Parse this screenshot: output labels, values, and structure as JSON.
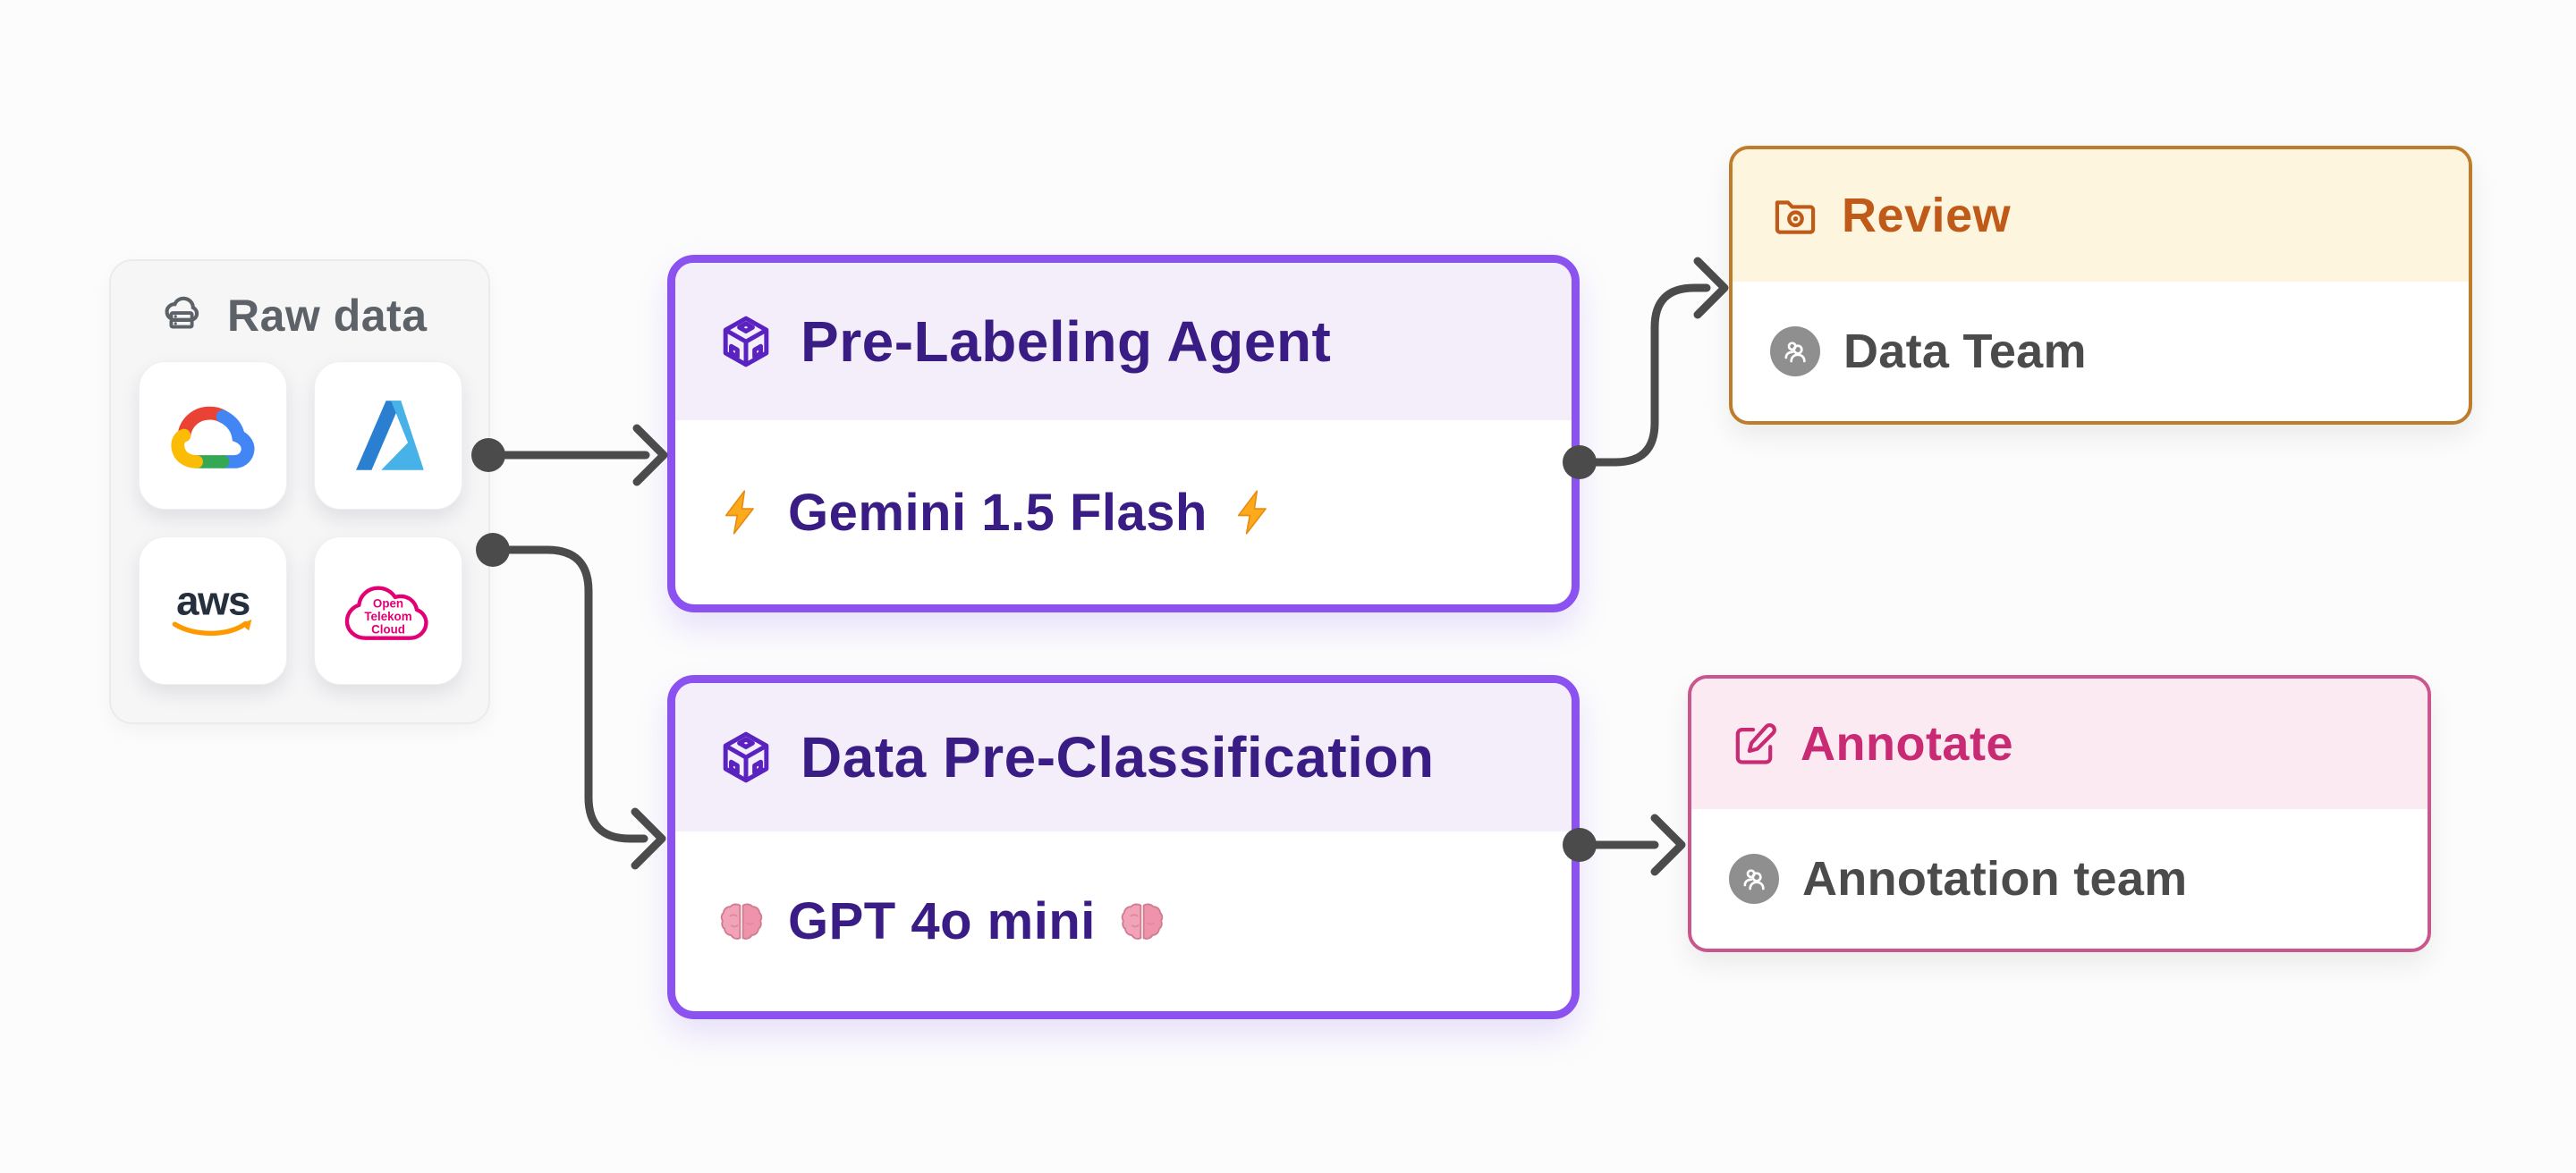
{
  "diagram": {
    "background": "#fcfcfc",
    "raw_data_group": {
      "label": "Raw data",
      "icon": "cloud-server-icon",
      "providers": [
        {
          "name": "Google Cloud",
          "icon": "google-cloud-logo"
        },
        {
          "name": "Microsoft Azure",
          "icon": "azure-logo"
        },
        {
          "name": "AWS",
          "icon": "aws-logo",
          "wordmark": "aws"
        },
        {
          "name": "Open Telekom Cloud",
          "icon": "open-telekom-cloud-logo",
          "lines": [
            "Open",
            "Telekom",
            "Cloud"
          ]
        }
      ]
    },
    "nodes": [
      {
        "id": "pre-labeling-agent",
        "title": "Pre-Labeling Agent",
        "icon": "cube-icon",
        "body_text": "Gemini 1.5 Flash",
        "body_emoji": "lightning",
        "accent": "#8c52f0",
        "header_bg": "#f4eefb",
        "title_color": "#3a1c85"
      },
      {
        "id": "data-pre-classification",
        "title": "Data Pre-Classification",
        "icon": "cube-icon",
        "body_text": "GPT 4o mini",
        "body_emoji": "brain",
        "accent": "#8c52f0",
        "header_bg": "#f4eefb",
        "title_color": "#3a1c85"
      },
      {
        "id": "review",
        "title": "Review",
        "icon": "folder-eye-icon",
        "member": "Data Team",
        "accent": "#bd7d2c",
        "header_bg": "#fdf5dd",
        "title_color": "#c05a18"
      },
      {
        "id": "annotate",
        "title": "Annotate",
        "icon": "edit-square-icon",
        "member": "Annotation team",
        "accent": "#c9578e",
        "header_bg": "#fbeaf1",
        "title_color": "#c92a74"
      }
    ],
    "edges": [
      {
        "from": "raw-data",
        "to": "pre-labeling-agent"
      },
      {
        "from": "raw-data",
        "to": "data-pre-classification"
      },
      {
        "from": "pre-labeling-agent",
        "to": "review"
      },
      {
        "from": "data-pre-classification",
        "to": "annotate"
      }
    ],
    "colors": {
      "connector": "#4b4b4b",
      "purple_accent": "#8c52f0",
      "purple_title": "#3a1c85",
      "review_border": "#bd7d2c",
      "review_title": "#c05a18",
      "annotate_border": "#c9578e",
      "annotate_title": "#c92a74",
      "member_text": "#4b4b4b",
      "avatar_bg": "#8f8f8f",
      "raw_label": "#5d6268",
      "gcp": [
        "#ea4335",
        "#fbbc05",
        "#34a853",
        "#4285f4"
      ],
      "azure": [
        "#2a7fd1",
        "#47b2e8"
      ],
      "aws_text": "#252f3e",
      "aws_smile": "#ff9900",
      "otc_magenta": "#e20074",
      "lightning": "#fcaa1c",
      "brain": "#f2a3b7"
    }
  }
}
